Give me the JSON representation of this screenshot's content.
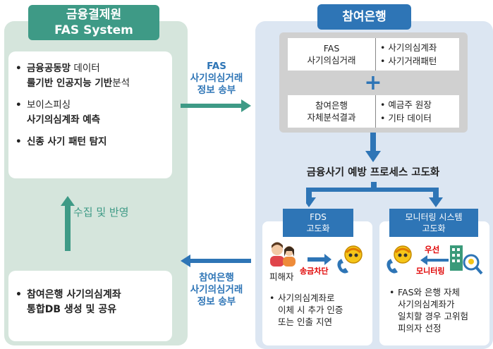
{
  "left_panel": {
    "title_line1": "금융결제원",
    "title_line2": "FAS System",
    "features": [
      {
        "bold": "금융공동망",
        "rest": " 데이터",
        "line2_bold": "룰기반 인공지능 기반",
        "line2_rest": "분석"
      },
      {
        "line1": "보이스피싱",
        "line2_bold": "사기의심계좌  예측"
      },
      {
        "bold": "신종  사기  패턴  탐지"
      }
    ],
    "collect_label": "수집  및  반영",
    "bottom_line1": "참여은행  사기의심계좌",
    "bottom_line2": "통합DB  생성  및  공유",
    "bullet": "•"
  },
  "top_arrow": {
    "line1": "FAS",
    "line2": "사기의심거래",
    "line3": "정보 송부"
  },
  "bottom_arrow": {
    "line1": "참여은행",
    "line2": "사기의심거래",
    "line3": "정보 송부"
  },
  "right_panel": {
    "title": "참여은행",
    "fas_box": {
      "line1": "FAS",
      "line2": "사기의심거래",
      "items": [
        "사기의심계좌",
        "사기거래패턴"
      ]
    },
    "plus": "+",
    "bank_box": {
      "line1": "참여은행",
      "line2": "자체분석결과",
      "items": [
        "예금주 원장",
        "기타 데이터"
      ]
    },
    "process_title": "금융사기  예방  프로세스  고도화",
    "fds": {
      "head1": "FDS",
      "head2": "고도화",
      "victim_label": "피해자",
      "block_label": "송금차단",
      "desc": [
        "사기의심계좌로",
        "이체 시 추가 인증",
        "또는 인출 지연"
      ]
    },
    "monitor": {
      "head1": "모니터링 시스템",
      "head2": "고도화",
      "priority_label": "우선",
      "monitoring_label": "모니터링",
      "desc": [
        "FAS와  은행  자체",
        "사기의심계좌가",
        "일치할 경우 고위험",
        "피의자 선정"
      ]
    }
  },
  "colors": {
    "teal": "#3e9a86",
    "blue": "#2e75b6",
    "red": "#e00000",
    "yellow": "#f5c518"
  }
}
